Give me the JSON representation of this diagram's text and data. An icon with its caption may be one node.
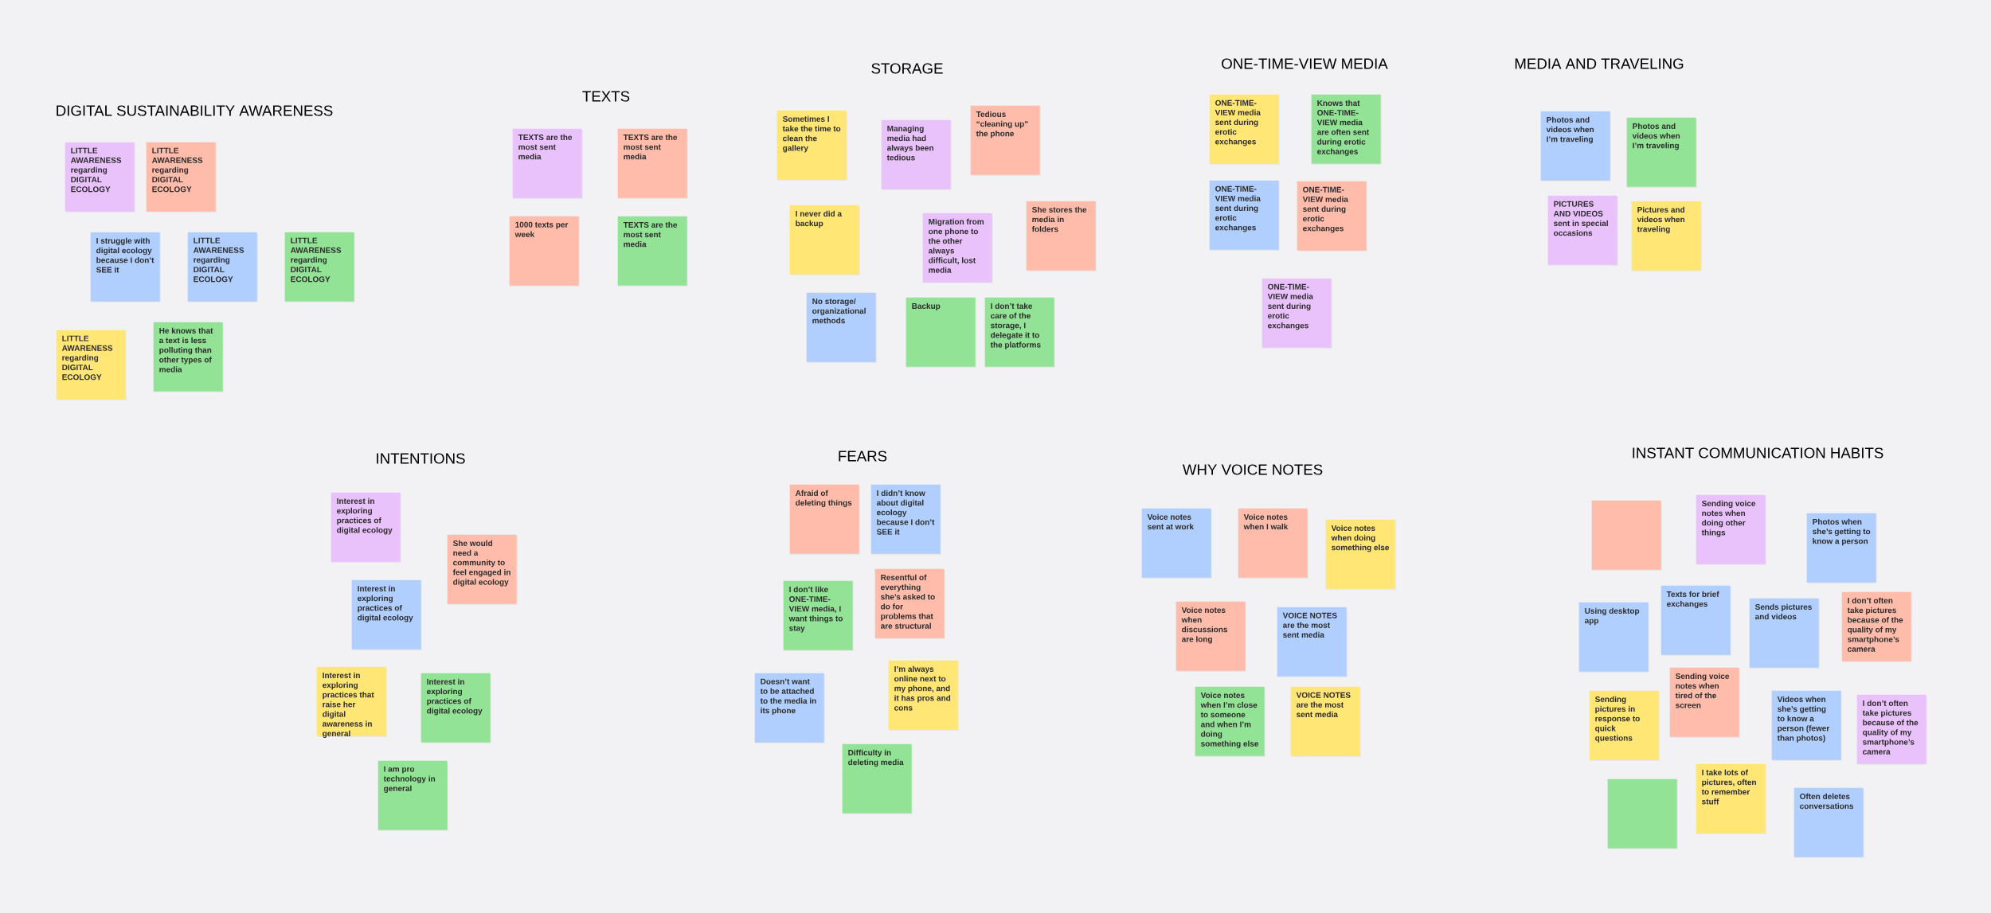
{
  "diagram": {
    "nodes": [
      {
        "text": [
          "LITTLE AWARENESS regarding DIGITAL ECOLOGY"
        ]
      },
      {
        "text": [
          "LITTLE AWARENESS regarding DIGITAL ECOLOGY"
        ]
      },
      {
        "text": [
          "I struggle with digital ecology because I don’t SEE it"
        ]
      },
      {
        "text": [
          "LITTLE AWARENESS regarding DIGITAL ECOLOGY"
        ]
      },
      {
        "text": [
          "LITTLE AWARENESS regarding DIGITAL ECOLOGY"
        ]
      },
      {
        "text": [
          "LITTLE AWARENESS regarding DIGITAL ECOLOGY"
        ]
      },
      {
        "text": [
          "He knows that a text is less polluting than other types of media"
        ]
      },
      {
        "text": [
          "TEXTS are the most sent media"
        ]
      },
      {
        "text": [
          "TEXTS are the most sent media"
        ]
      },
      {
        "text": [
          "1000 texts per week"
        ]
      },
      {
        "text": [
          "TEXTS are the most sent media"
        ]
      },
      {
        "text": [
          "Sometimes I take the time to clean the gallery"
        ]
      },
      {
        "text": [
          "Managing media had always been tedious"
        ]
      },
      {
        "text": [
          "Tedious “cleaning up” the phone"
        ]
      },
      {
        "text": [
          "I never did a backup"
        ]
      },
      {
        "text": [
          "Migration from one phone to the other always difficult, lost media"
        ]
      },
      {
        "text": [
          "She stores the media in folders"
        ]
      },
      {
        "text": [
          "No storage/ organizational methods"
        ]
      },
      {
        "text": [
          "Backup"
        ]
      },
      {
        "text": [
          "I don’t take care of the storage, I delegate it to the platforms"
        ]
      },
      {
        "text": [
          "ONE-TIME-VIEW media sent during erotic exchanges"
        ]
      },
      {
        "text": [
          "Knows that ONE-TIME-VIEW media are often sent during erotic exchanges"
        ]
      },
      {
        "text": [
          "ONE-TIME-VIEW media sent during erotic exchanges"
        ]
      },
      {
        "text": [
          "ONE-TIME-VIEW media sent during erotic exchanges"
        ]
      },
      {
        "text": [
          "ONE-TIME-VIEW media sent during erotic exchanges"
        ]
      },
      {
        "text": [
          "Photos and videos when I’m traveling"
        ]
      },
      {
        "text": [
          "Photos and videos when I’m traveling"
        ]
      },
      {
        "text": [
          "PICTURES AND VIDEOS sent in special occasions"
        ]
      },
      {
        "text": [
          "Pictures and videos when traveling"
        ]
      },
      {
        "text": [
          "Interest in exploring practices of digital ecology"
        ]
      },
      {
        "text": [
          "She would need a community to feel engaged in digital ecology"
        ]
      },
      {
        "text": [
          "Interest in exploring practices of digital ecology"
        ]
      },
      {
        "text": [
          "Interest in exploring practices that raise her digital awareness in general"
        ]
      },
      {
        "text": [
          "Interest in exploring practices of digital ecology"
        ]
      },
      {
        "text": [
          "I am pro technology in general"
        ]
      },
      {
        "text": [
          "Afraid of deleting things"
        ]
      },
      {
        "text": [
          "I didn’t know about digital ecology because I don’t SEE it"
        ]
      },
      {
        "text": [
          "I don’t like ONE-TIME-VIEW media, I want things to stay"
        ]
      },
      {
        "text": [
          "Resentful of everything she’s asked to do for problems that are structural"
        ]
      },
      {
        "text": [
          "Doesn’t want to be attached to the media in its phone"
        ]
      },
      {
        "text": [
          "I’m always online next to my phone, and it has pros and cons"
        ]
      },
      {
        "text": [
          "Difficulty in deleting media"
        ]
      },
      {
        "text": [
          "Voice notes sent at work"
        ]
      },
      {
        "text": [
          "Voice notes when I walk"
        ]
      },
      {
        "text": [
          "Voice notes when doing something else"
        ]
      },
      {
        "text": [
          "Voice notes when discussions are long"
        ]
      },
      {
        "text": [
          "VOICE NOTES are the most sent media"
        ]
      },
      {
        "text": [
          "Voice notes when I’m close to someone and when I’m doing something else"
        ]
      },
      {
        "text": [
          "VOICE NOTES are the most sent media"
        ]
      },
      {
        "text": [],
        "shape": "box"
      },
      {
        "text": [
          "Sending voice notes when doing other things"
        ]
      },
      {
        "text": [
          "Photos when she’s getting to know a person"
        ]
      },
      {
        "text": [
          "Using desktop app"
        ]
      },
      {
        "text": [
          "Texts for brief exchanges"
        ]
      },
      {
        "text": [
          "Sends pictures and videos"
        ]
      },
      {
        "text": [
          "I don’t often take pictures because of the quality of my smartphone’s camera"
        ]
      },
      {
        "text": [
          "Sending pictures in response to quick questions"
        ]
      },
      {
        "text": [
          "Sending voice notes when tired of the screen"
        ]
      },
      {
        "text": [
          "Videos when she’s getting to know a person (fewer than photos)"
        ]
      },
      {
        "text": [
          "I don’t often take pictures because of the quality of my smartphone’s camera"
        ]
      },
      {
        "text": [],
        "shape": "box"
      },
      {
        "text": [
          "I take lots of pictures, often to remember stuff"
        ]
      },
      {
        "text": [
          "Often deletes conversations"
        ]
      }
    ],
    "labels": [
      "DIGITAL SUSTAINABILITY AWARENESS",
      "TEXTS",
      "STORAGE",
      "ONE-TIME-VIEW MEDIA",
      "MEDIA AND TRAVELING",
      "INTENTIONS",
      "FEARS",
      "WHY VOICE NOTES",
      "INSTANT COMMUNICATION HABITS"
    ]
  }
}
